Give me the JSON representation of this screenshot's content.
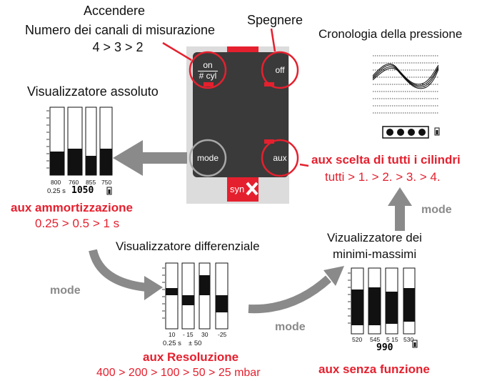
{
  "labels": {
    "accendere": "Accendere",
    "numero_canali": "Numero dei canali di misurazione",
    "canali_seq": "4 > 3 > 2",
    "spegnere": "Spegnere",
    "cronologia": "Cronologia della pressione",
    "visual_assoluto": "Visualizzatore assoluto",
    "aux_scelta": "aux scelta di tutti i cilindri",
    "aux_scelta_seq": "tutti > 1. > 2. > 3. > 4.",
    "aux_ammortizzazione": "aux ammortizzazione",
    "ammortizzazione_seq": "0.25 > 0.5 > 1 s",
    "visual_differenziale": "Visualizzatore differenziale",
    "visual_minmax_1": "Vizualizzatore dei",
    "visual_minmax_2": "minimi-massimi",
    "aux_resoluzione": "aux Resoluzione",
    "resoluzione_seq": "400 > 200 > 100 > 50 > 25 mbar",
    "aux_senza": "aux senza funzione",
    "mode_1": "mode",
    "mode_2": "mode",
    "mode_3": "mode"
  },
  "device": {
    "btn_on_top": "on",
    "btn_on_bottom": "# cyl",
    "btn_off": "off",
    "btn_mode": "mode",
    "btn_aux": "aux",
    "brand": "syn"
  },
  "display_absolute": {
    "values": [
      "800",
      "760",
      "855",
      "750"
    ],
    "time": "0.25 s",
    "total": "1050"
  },
  "display_differential": {
    "values": [
      "10",
      "- 15",
      "30",
      "-25"
    ],
    "time": "0.25 s",
    "range": "± 50"
  },
  "display_minmax": {
    "values": [
      "520",
      "545",
      "5 15",
      "530"
    ],
    "total": "990"
  },
  "colors": {
    "accent_red": "#e5202e",
    "device_body": "#3a3a3a",
    "arrow_gray": "#8a8a8a"
  }
}
